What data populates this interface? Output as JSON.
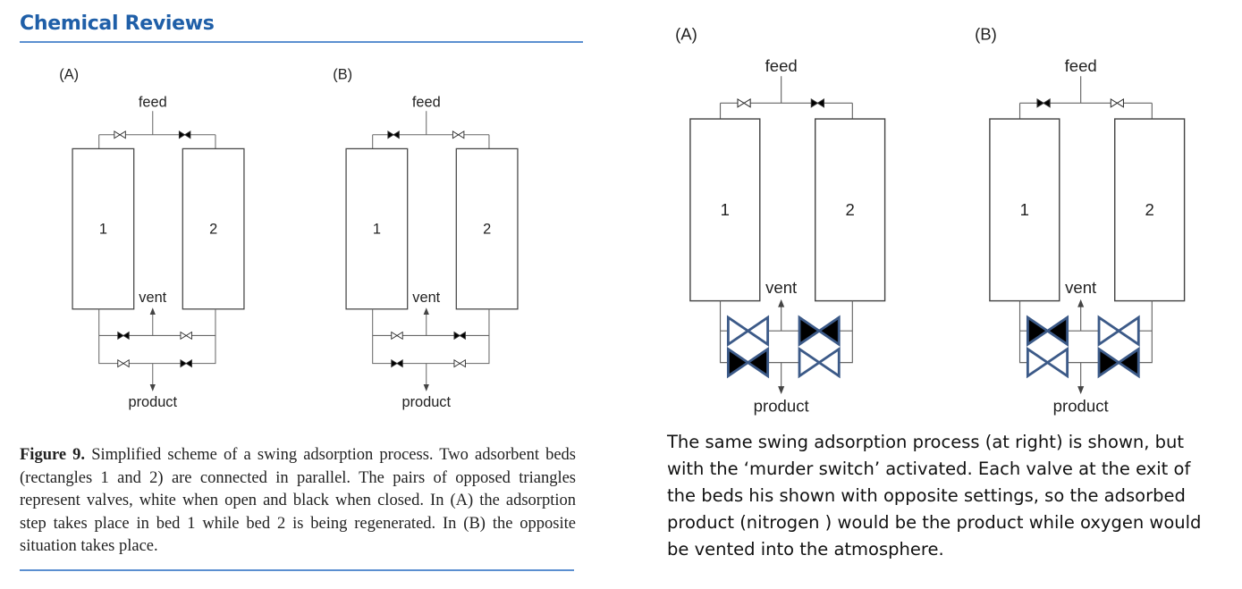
{
  "journal": {
    "title": "Chemical Reviews"
  },
  "labels": {
    "panel_a": "(A)",
    "panel_b": "(B)",
    "feed": "feed",
    "vent": "vent",
    "product": "product",
    "bed_1": "1",
    "bed_2": "2"
  },
  "left_figure": {
    "caption_label": "Figure 9.",
    "caption_text": "Simplified scheme of a swing adsorption process. Two adsorbent beds (rectangles 1 and 2) are connected in parallel. The pairs of opposed triangles represent valves, white when open and black when closed. In (A) the adsorption step takes place in bed 1 while bed 2 is being regenerated. In (B) the opposite situation takes place.",
    "panels": [
      {
        "feed_valves": [
          "open",
          "closed"
        ],
        "row1_valves": [
          "closed",
          "open"
        ],
        "row2_valves": [
          "open",
          "closed"
        ]
      },
      {
        "feed_valves": [
          "closed",
          "open"
        ],
        "row1_valves": [
          "open",
          "closed"
        ],
        "row2_valves": [
          "closed",
          "open"
        ]
      }
    ]
  },
  "right_figure": {
    "note": "The same swing adsorption process (at right) is shown, but with the ‘murder switch’ activated. Each valve at the exit of the beds his shown with opposite settings, so the adsorbed product (nitrogen ) would be the product while oxygen would be vented into the atmosphere.",
    "valve_outline_color": "#3c5a88",
    "panels": [
      {
        "feed_valves": [
          "open",
          "closed"
        ],
        "row1_valves": [
          "open",
          "closed"
        ],
        "row2_valves": [
          "closed",
          "open"
        ]
      },
      {
        "feed_valves": [
          "closed",
          "open"
        ],
        "row1_valves": [
          "closed",
          "open"
        ],
        "row2_valves": [
          "open",
          "closed"
        ]
      }
    ]
  }
}
